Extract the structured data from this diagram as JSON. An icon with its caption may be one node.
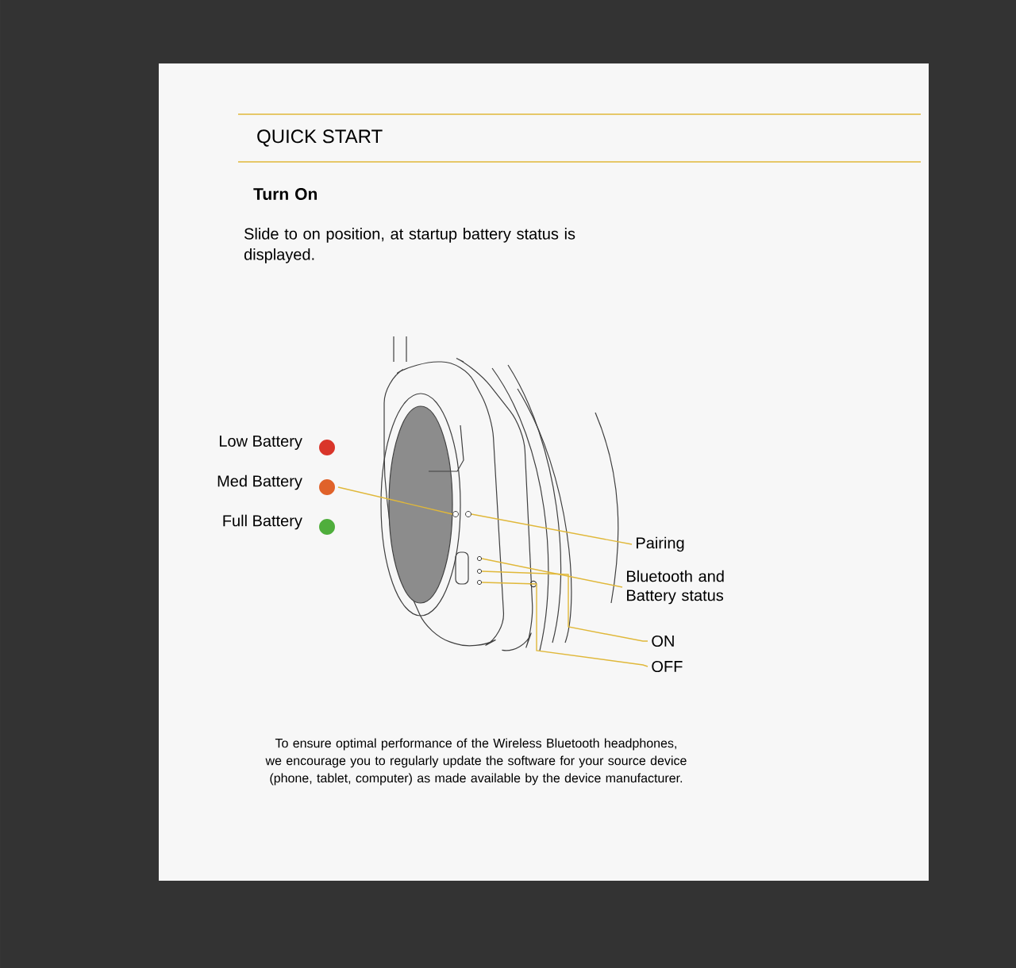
{
  "diagram": {
    "title": "QUICK START",
    "caption": "To ensure optimal performance of the Wireless Bluetooth headphones, we encourage you to regularly update the software for your source device (phone, tablet, computer) as made available by the device manufacturer.",
    "nodes": [
      {
        "text": [],
        "shape": "circle"
      },
      {
        "text": [],
        "shape": "circle"
      },
      {
        "text": [],
        "shape": "circle"
      },
      {
        "text": [],
        "shape": "circle"
      },
      {
        "text": [],
        "shape": "circle"
      },
      {
        "text": [
          "Pairing"
        ]
      },
      {
        "text": [
          "Bluetooth and Battery status"
        ]
      },
      {
        "text": [
          "ON"
        ]
      },
      {
        "text": [
          "OFF"
        ]
      }
    ],
    "edges": [
      {
        "from": null,
        "to": 0,
        "arrow": "none",
        "color": "#e0b83a"
      },
      {
        "from": 5,
        "to": 1,
        "arrow": "none",
        "color": "#e0b83a"
      },
      {
        "from": 6,
        "to": 2,
        "arrow": "none",
        "color": "#e0b83a"
      },
      {
        "from": 7,
        "to": 3,
        "arrow": "none",
        "color": "#e0b83a"
      },
      {
        "from": 8,
        "to": 4,
        "arrow": "none",
        "color": "#e0b83a"
      }
    ],
    "labels": [
      "Turn On",
      "Slide to on position, at startup battery status is displayed."
    ],
    "legend": [
      {
        "text": "Low Battery",
        "color": "#d9352a"
      },
      {
        "text": "Med Battery",
        "color": "#e0622a"
      },
      {
        "text": "Full Battery",
        "color": "#4fae3c"
      }
    ]
  }
}
